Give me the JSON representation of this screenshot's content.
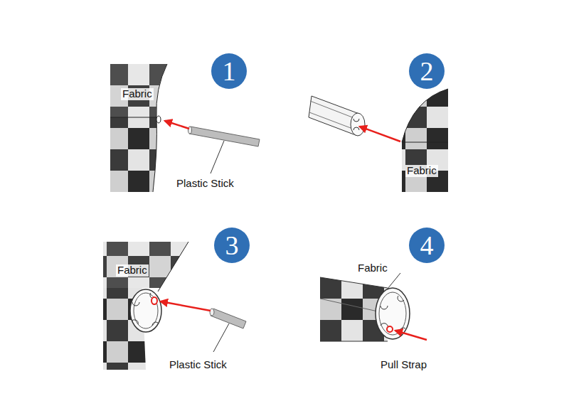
{
  "diagram": {
    "nodes": [
      {
        "text": [
          "1"
        ]
      },
      {
        "text": [
          "2"
        ]
      },
      {
        "text": [
          "3"
        ]
      },
      {
        "text": [
          "4"
        ]
      }
    ],
    "labels": [
      "Fabric",
      "Plastic Stick",
      "Fabric",
      "Fabric",
      "Plastic Stick",
      "Fabric",
      "Pull Strap"
    ]
  }
}
